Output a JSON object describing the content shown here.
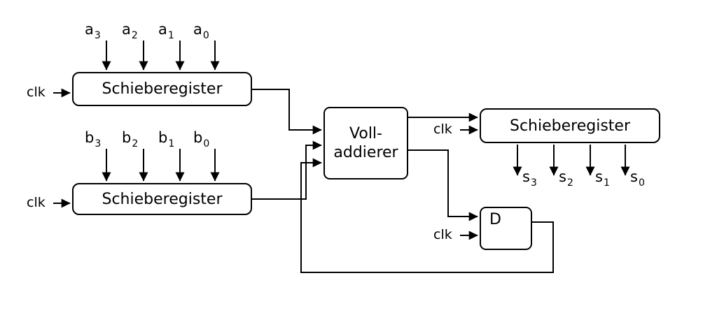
{
  "diagram": {
    "colors": {
      "line": "#000000",
      "background": "#ffffff"
    },
    "boxes": {
      "reg_a": {
        "label": "Schieberegister"
      },
      "reg_b": {
        "label": "Schieberegister"
      },
      "adder": {
        "line1": "Voll-",
        "line2": "addierer"
      },
      "reg_s": {
        "label": "Schieberegister"
      },
      "dff": {
        "label": "D"
      }
    },
    "clk": {
      "a": "clk",
      "b": "clk",
      "s": "clk",
      "d": "clk"
    },
    "signals": {
      "a": [
        {
          "base": "a",
          "sub": "3"
        },
        {
          "base": "a",
          "sub": "2"
        },
        {
          "base": "a",
          "sub": "1"
        },
        {
          "base": "a",
          "sub": "0"
        }
      ],
      "b": [
        {
          "base": "b",
          "sub": "3"
        },
        {
          "base": "b",
          "sub": "2"
        },
        {
          "base": "b",
          "sub": "1"
        },
        {
          "base": "b",
          "sub": "0"
        }
      ],
      "s": [
        {
          "base": "s",
          "sub": "3"
        },
        {
          "base": "s",
          "sub": "2"
        },
        {
          "base": "s",
          "sub": "1"
        },
        {
          "base": "s",
          "sub": "0"
        }
      ]
    }
  }
}
